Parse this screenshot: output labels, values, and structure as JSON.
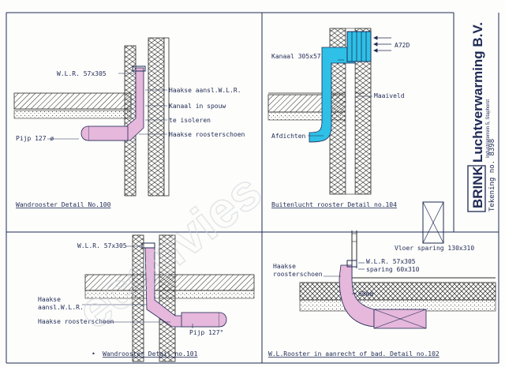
{
  "colors": {
    "ink": "#1f2a55",
    "pink_duct": "#e6b8dc",
    "cyan_duct": "#2ec0e6",
    "hatch": "#2a2a2a",
    "paper": "#fdfdfb"
  },
  "watermark": "econvies",
  "brand": {
    "box": "BRINK",
    "name": "Luchtverwarming B.V.",
    "address": "Industrieterrein 5, Staphorst",
    "drawing_number": "Tekening no. 8398"
  },
  "panels": {
    "d100": {
      "caption": "Wandrooster  Detail  No.100",
      "labels": {
        "wlr": "W.L.R. 57x305",
        "haakse_aansl": "Haakse aansl.W.L.R.",
        "kanaal": "Kanaal in spouw",
        "te_isoleren": "te isoleren",
        "haakse_rooster": "Haakse roosterschoen",
        "pijp": "Pijp 127 ø"
      }
    },
    "d104": {
      "caption": "Buitenlucht rooster  Detail no.104",
      "labels": {
        "kanaal": "Kanaal 305x57",
        "a72d": "A72D",
        "maaiveld": "Maaiveld",
        "afdichten": "Afdichten"
      }
    },
    "d101": {
      "caption": "Wandrooster  Detail no.101",
      "bullet": "•",
      "labels": {
        "wlr": "W.L.R. 57x305",
        "haakse_aansl_1": "Haakse",
        "haakse_aansl_2": "aansl.W.L.R.",
        "haakse_rooster": "Haakse roosterschoen",
        "pijp": "Pijp  127°"
      }
    },
    "d102": {
      "caption": "W.L.Rooster in aanrecht of bad.  Detail no.102",
      "labels": {
        "vloer": "Vloer sparing 130x310",
        "haakse_1": "Haakse",
        "haakse_2": "roosterschoen",
        "wlr": "W.L.R. 57x305",
        "sparing": "sparing 60x310",
        "mm60": "60mm"
      }
    }
  }
}
